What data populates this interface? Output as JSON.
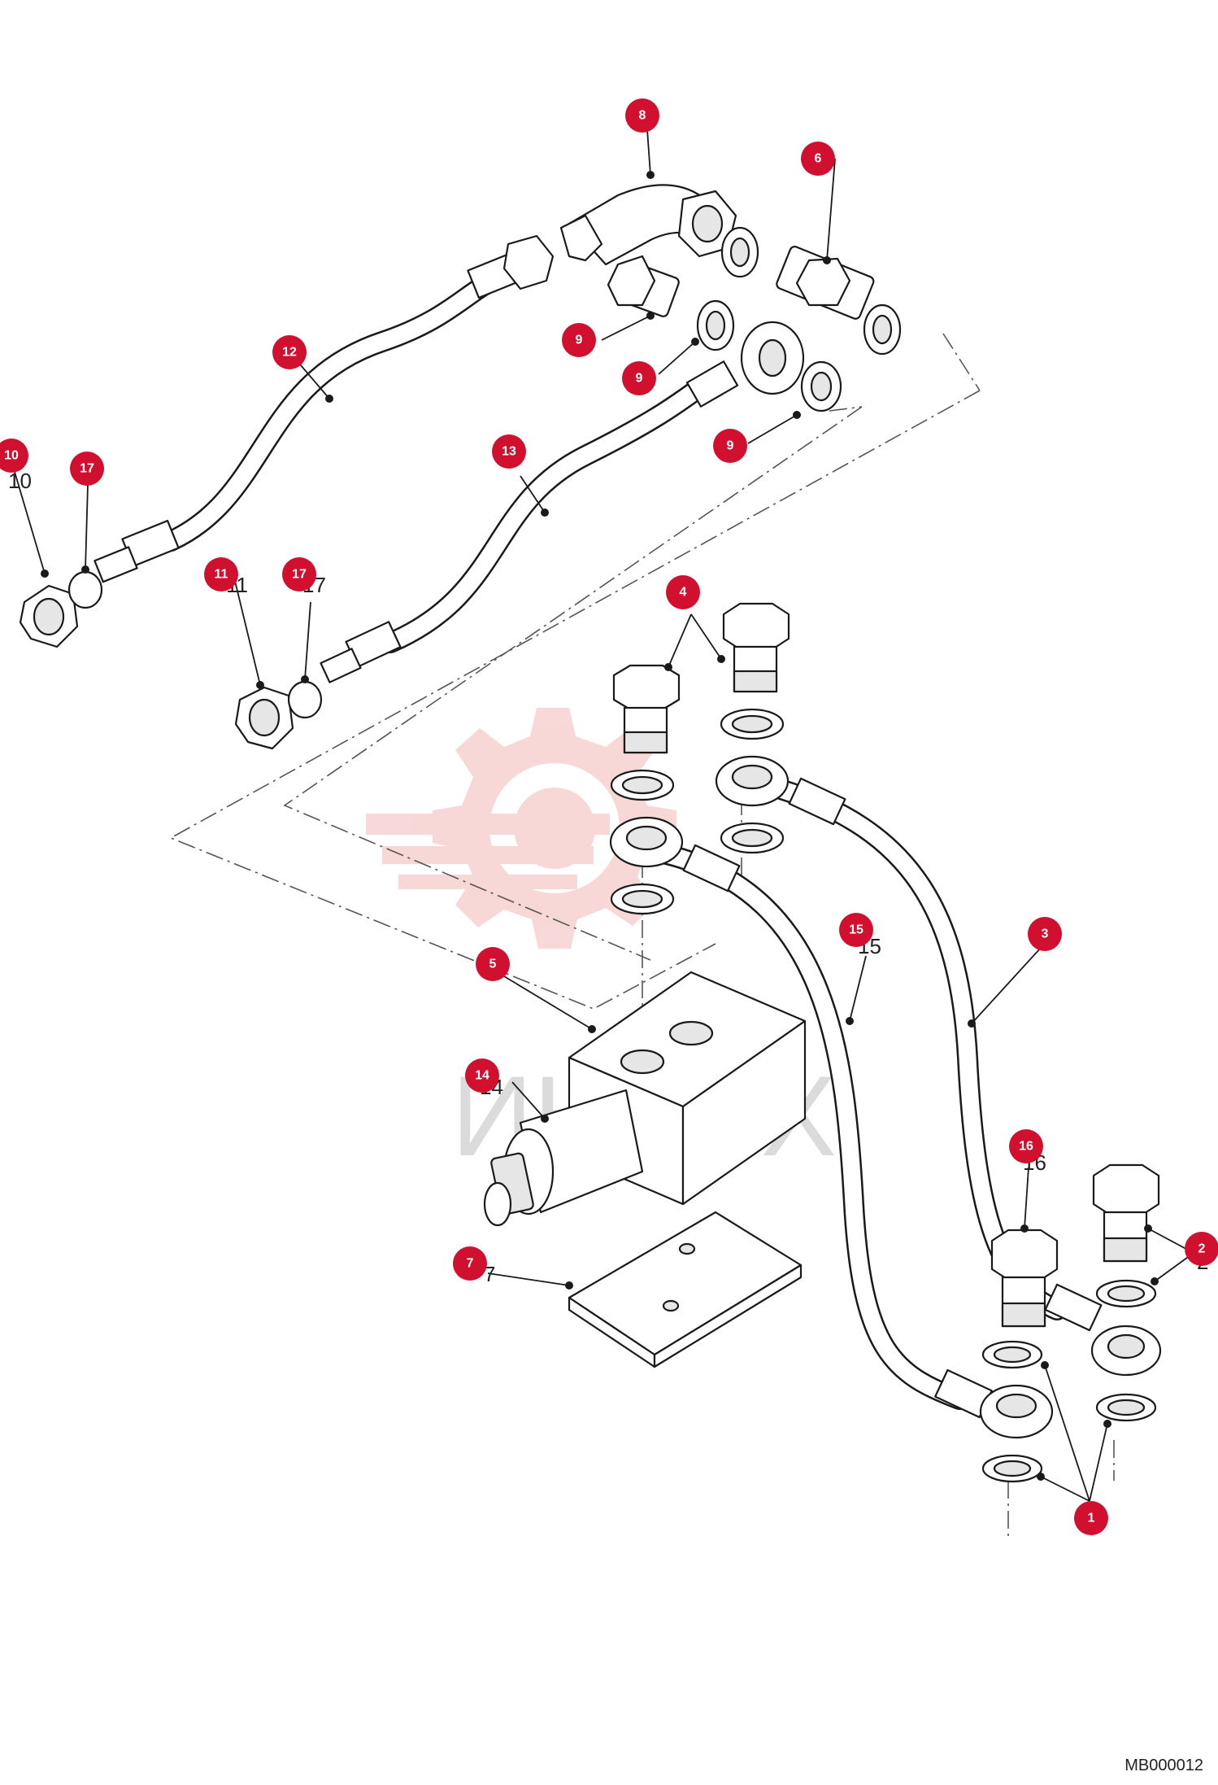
{
  "document_code": "MB000012",
  "watermark": {
    "text": "ИНТЕХ",
    "gear_color": "#f3b8b8"
  },
  "accent_color": "#d0102e",
  "callouts": [
    {
      "id": "c8",
      "label": "8"
    },
    {
      "id": "c6",
      "label": "6"
    },
    {
      "id": "c12",
      "label": "12"
    },
    {
      "id": "c9a",
      "label": "9"
    },
    {
      "id": "c9b",
      "label": "9"
    },
    {
      "id": "c9c",
      "label": "9"
    },
    {
      "id": "c10",
      "label": "10"
    },
    {
      "id": "c17a",
      "label": "17"
    },
    {
      "id": "c13",
      "label": "13"
    },
    {
      "id": "c11",
      "label": "11"
    },
    {
      "id": "c17b",
      "label": "17"
    },
    {
      "id": "c4",
      "label": "4"
    },
    {
      "id": "c15",
      "label": "15"
    },
    {
      "id": "c3",
      "label": "3"
    },
    {
      "id": "c5",
      "label": "5"
    },
    {
      "id": "c14",
      "label": "14"
    },
    {
      "id": "c16",
      "label": "16"
    },
    {
      "id": "c2",
      "label": "2"
    },
    {
      "id": "c7",
      "label": "7"
    },
    {
      "id": "c1",
      "label": "1"
    }
  ],
  "ghost_labels": [
    "10",
    "11",
    "14",
    "16",
    "15",
    "7",
    "2",
    "17"
  ]
}
